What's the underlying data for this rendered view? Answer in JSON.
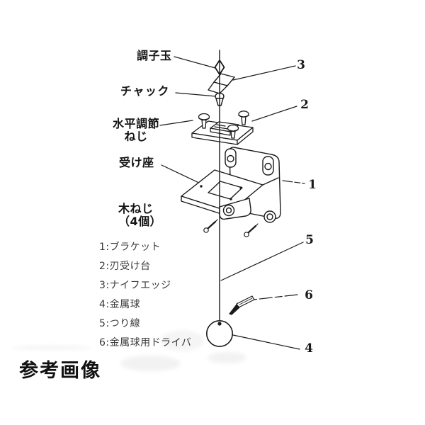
{
  "caption": "参考画像",
  "labels": {
    "tuning_bead": "調子玉",
    "chuck": "チャック",
    "leveling_screw_l1": "水平調節",
    "leveling_screw_l2": "ねじ",
    "seat": "受け座",
    "wood_screw_l1": "木ねじ",
    "wood_screw_l2": "（4個）"
  },
  "numbers": {
    "knife_edge": "3",
    "blade_rest": "2",
    "bracket": "1",
    "wire": "5",
    "driver": "6",
    "ball": "4"
  },
  "legend": {
    "items": [
      {
        "text": "1:ブラケット"
      },
      {
        "text": "2:刃受け台"
      },
      {
        "text": "3:ナイフエッジ"
      },
      {
        "text": "4:金属球"
      },
      {
        "text": "5:つり線"
      },
      {
        "text": "6:金属球用ドライバ"
      }
    ]
  },
  "colors": {
    "ink": "#1a1a1a",
    "legend_text": "#3a3a3a",
    "background": "#ffffff"
  }
}
